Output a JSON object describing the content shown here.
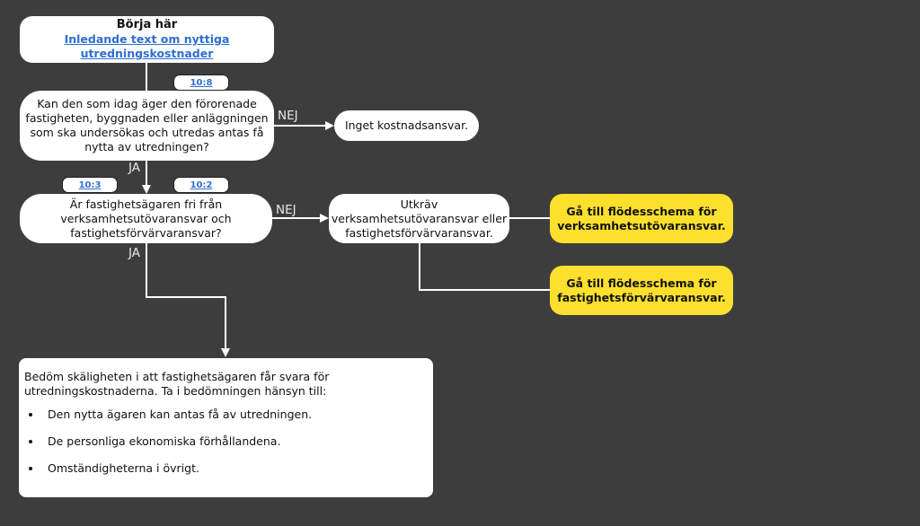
{
  "start": {
    "title": "Börja här",
    "link_line1": "Inledande text om nyttiga",
    "link_line2": "utredningskostnader"
  },
  "refs": {
    "r1": "10:8",
    "r2": "10:3",
    "r3": "10:2"
  },
  "q1": {
    "line1": "Kan den som idag äger den förorenade",
    "line2": "fastigheten, byggnaden eller anläggningen",
    "line3": "som ska undersökas och utredas antas få",
    "line4": "nytta av utredningen?"
  },
  "no_cost": "Inget kostnadsansvar.",
  "q2": {
    "line1": "Är fastighetsägaren fri från",
    "line2": "verksamhetsutövaransvar och",
    "line3": "fastighetsförvärvaransvar?"
  },
  "demand": {
    "line1": "Utkräv",
    "line2": "verksamhetsutövaransvar eller",
    "line3": "fastighetsförvärvaransvar."
  },
  "goto1": {
    "line1": "Gå till flödesschema för",
    "line2": "verksamhetsutövaransvar."
  },
  "goto2": {
    "line1": "Gå till flödesschema för",
    "line2": "fastighetsförvärvaransvar."
  },
  "labels": {
    "nej1": "NEJ",
    "ja1": "JA",
    "nej2": "NEJ",
    "ja2": "JA"
  },
  "final": {
    "line1": "Bedöm skäligheten i att fastighetsägaren får svara för",
    "line2": "utredningskostnaderna. Ta i bedömningen hänsyn till:",
    "bullets": [
      "Den nytta ägaren kan antas få av utredningen.",
      "De personliga ekonomiska förhållandena.",
      "Omständigheterna i övrigt."
    ]
  },
  "colors": {
    "background": "#3d3d3d",
    "box": "#ffffff",
    "highlight": "#fde02e",
    "link": "#2f6fd0"
  }
}
